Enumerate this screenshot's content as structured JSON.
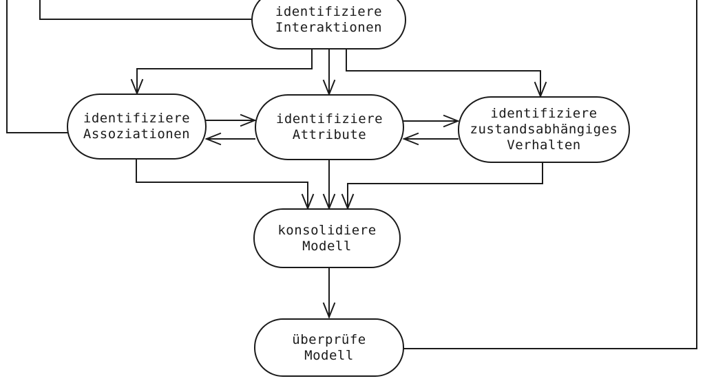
{
  "diagram": {
    "type": "flowchart",
    "language": "de",
    "colors": {
      "stroke": "#1a1a1a",
      "background": "#ffffff"
    },
    "nodes": {
      "interaktionen": {
        "line1": "identifiziere",
        "line2": "Interaktionen"
      },
      "assoziationen": {
        "line1": "identifiziere",
        "line2": "Assoziationen"
      },
      "attribute": {
        "line1": "identifiziere",
        "line2": "Attribute"
      },
      "verhalten": {
        "line1": "identifiziere",
        "line2": "zustandsabhängiges",
        "line3": "Verhalten"
      },
      "konsolidiere": {
        "line1": "konsolidiere",
        "line2": "Modell"
      },
      "ueberpruefe": {
        "line1": "überprüfe",
        "line2": "Modell"
      }
    },
    "edges": [
      {
        "from": "offscreen-top",
        "to": "assoziationen",
        "arrowhead": false
      },
      {
        "from": "offscreen-top",
        "to": "interaktionen",
        "arrowhead": false
      },
      {
        "from": "interaktionen",
        "to": "assoziationen",
        "arrowhead": true
      },
      {
        "from": "interaktionen",
        "to": "attribute",
        "arrowhead": true
      },
      {
        "from": "interaktionen",
        "to": "verhalten",
        "arrowhead": true
      },
      {
        "from": "assoziationen",
        "to": "attribute",
        "arrowhead": true
      },
      {
        "from": "attribute",
        "to": "assoziationen",
        "arrowhead": true
      },
      {
        "from": "attribute",
        "to": "verhalten",
        "arrowhead": true
      },
      {
        "from": "verhalten",
        "to": "attribute",
        "arrowhead": true
      },
      {
        "from": "assoziationen",
        "to": "konsolidiere",
        "arrowhead": true
      },
      {
        "from": "attribute",
        "to": "konsolidiere",
        "arrowhead": true
      },
      {
        "from": "verhalten",
        "to": "konsolidiere",
        "arrowhead": true
      },
      {
        "from": "konsolidiere",
        "to": "ueberpruefe",
        "arrowhead": true
      },
      {
        "from": "ueberpruefe",
        "to": "offscreen-top-right",
        "arrowhead": false
      }
    ]
  }
}
